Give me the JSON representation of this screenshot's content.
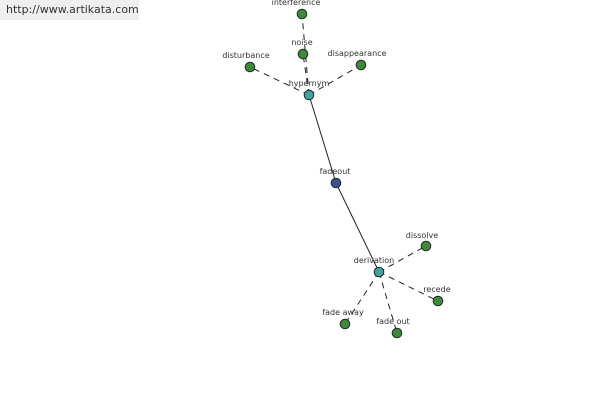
{
  "watermark": {
    "text": "http://www.artikata.com"
  },
  "colors": {
    "center": "#3b4f9a",
    "relation": "#3ea3a3",
    "leaf": "#3d8a3d",
    "edge": "#222222",
    "node_stroke": "#1f2f1f"
  },
  "graph": {
    "center": {
      "label": "fadeout"
    },
    "relations": [
      {
        "label": "hypernym",
        "leaves": [
          {
            "label": "interference"
          },
          {
            "label": "noise"
          },
          {
            "label": "disturbance"
          },
          {
            "label": "disappearance"
          }
        ]
      },
      {
        "label": "derivation",
        "leaves": [
          {
            "label": "dissolve"
          },
          {
            "label": "recede"
          },
          {
            "label": "fade away"
          },
          {
            "label": "fade out"
          }
        ]
      }
    ]
  }
}
